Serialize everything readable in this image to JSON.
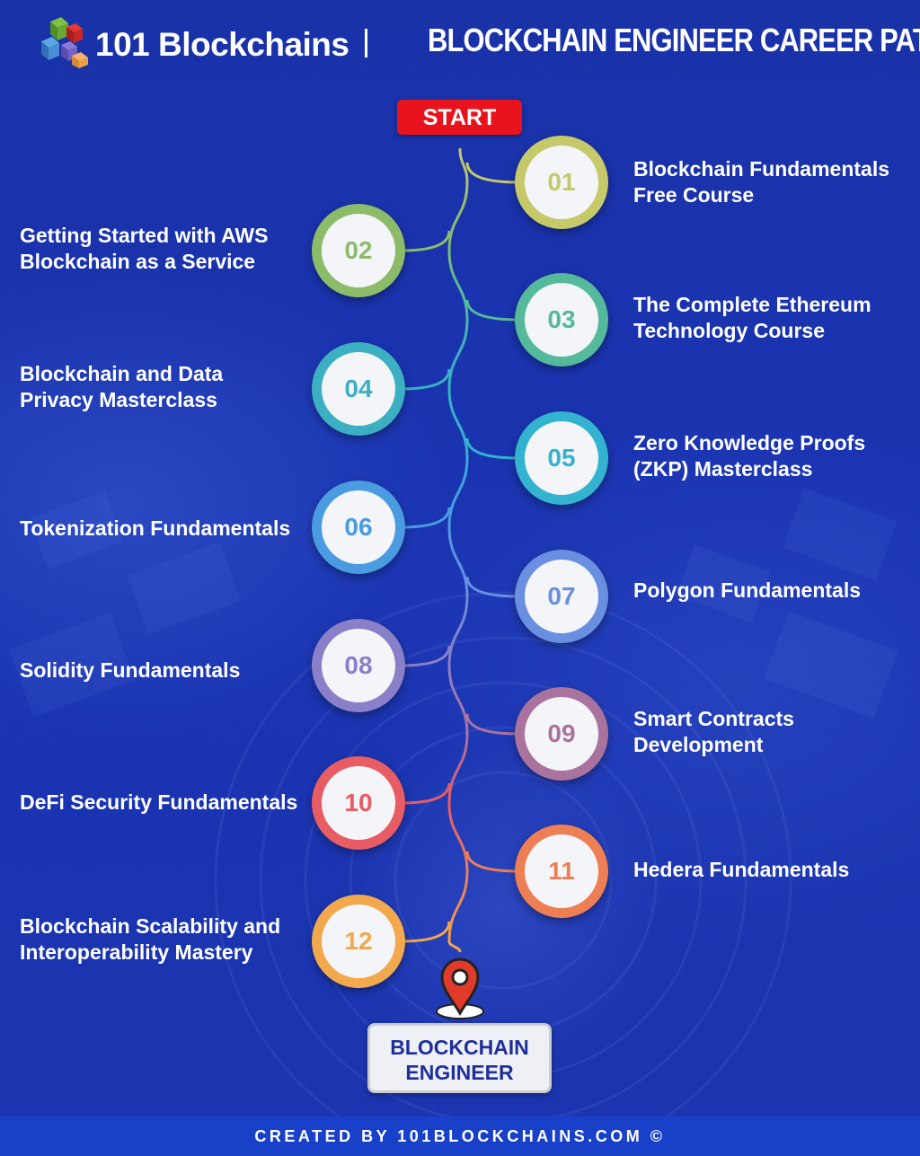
{
  "header": {
    "brand_name": "101 Blockchains",
    "separator": "|",
    "title": "BLOCKCHAIN ENGINEER CAREER PATH"
  },
  "start_label": "START",
  "steps": [
    {
      "number": "01",
      "lines": [
        "Blockchain Fundamentals",
        "Free Course"
      ],
      "color": "#c5c96a"
    },
    {
      "number": "02",
      "lines": [
        "Getting Started with AWS",
        "Blockchain as a Service"
      ],
      "color": "#8cbc6a"
    },
    {
      "number": "03",
      "lines": [
        "The Complete Ethereum",
        "Technology Course"
      ],
      "color": "#55b99b"
    },
    {
      "number": "04",
      "lines": [
        "Blockchain and Data",
        "Privacy Masterclass"
      ],
      "color": "#3cb0c2"
    },
    {
      "number": "05",
      "lines": [
        "Zero Knowledge Proofs",
        "(ZKP) Masterclass"
      ],
      "color": "#33b3cf"
    },
    {
      "number": "06",
      "lines": [
        "Tokenization Fundamentals"
      ],
      "color": "#4a9be0"
    },
    {
      "number": "07",
      "lines": [
        "Polygon Fundamentals"
      ],
      "color": "#6a8fe0"
    },
    {
      "number": "08",
      "lines": [
        "Solidity Fundamentals"
      ],
      "color": "#8a7fc9"
    },
    {
      "number": "09",
      "lines": [
        "Smart Contracts",
        "Development"
      ],
      "color": "#a9739e"
    },
    {
      "number": "10",
      "lines": [
        "DeFi Security Fundamentals"
      ],
      "color": "#e85c63"
    },
    {
      "number": "11",
      "lines": [
        "Hedera Fundamentals"
      ],
      "color": "#ee7f55"
    },
    {
      "number": "12",
      "lines": [
        "Blockchain Scalability and",
        "Interoperability Mastery"
      ],
      "color": "#f2a84c"
    }
  ],
  "destination": [
    "BLOCKCHAIN",
    "ENGINEER"
  ],
  "footer_text": "CREATED BY 101BLOCKCHAINS.COM ©",
  "icons": {
    "logo": "stacked-cubes-logo-icon",
    "destination": "location-pin-icon"
  },
  "colors": {
    "background": "#1b35b0",
    "start": "#e8131c",
    "pin": "#e03b2a",
    "destination_text": "#1e2f9c",
    "footer": "#1840c8"
  }
}
